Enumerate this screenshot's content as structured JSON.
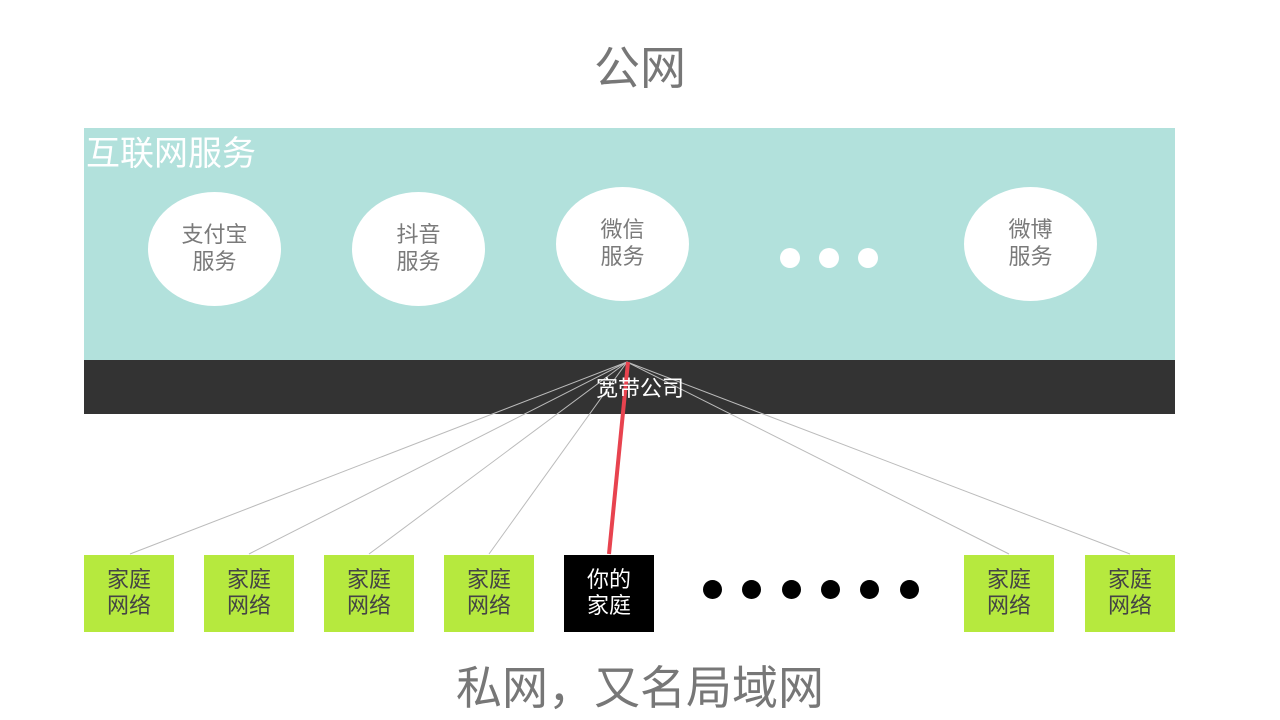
{
  "title_public": "公网",
  "internet": {
    "label": "互联网服务"
  },
  "services": [
    {
      "label": "支付宝\n服务"
    },
    {
      "label": "抖音\n服务"
    },
    {
      "label": "微信\n服务"
    },
    {
      "label": "微博\n服务"
    }
  ],
  "isp": {
    "label": "宽带公司"
  },
  "homes": [
    {
      "label": "家庭\n网络"
    },
    {
      "label": "家庭\n网络"
    },
    {
      "label": "家庭\n网络"
    },
    {
      "label": "家庭\n网络"
    },
    {
      "label": "你的\n家庭",
      "highlight": true
    },
    {
      "label": "家庭\n网络"
    },
    {
      "label": "家庭\n网络"
    }
  ],
  "title_private": "私网，又名局域网",
  "colors": {
    "internet_panel": "#b2e1dc",
    "isp_bar": "#333333",
    "home_network": "#b6e93e",
    "your_home": "#000000",
    "your_link": "#e8434f",
    "other_links": "#bbbbbb"
  }
}
